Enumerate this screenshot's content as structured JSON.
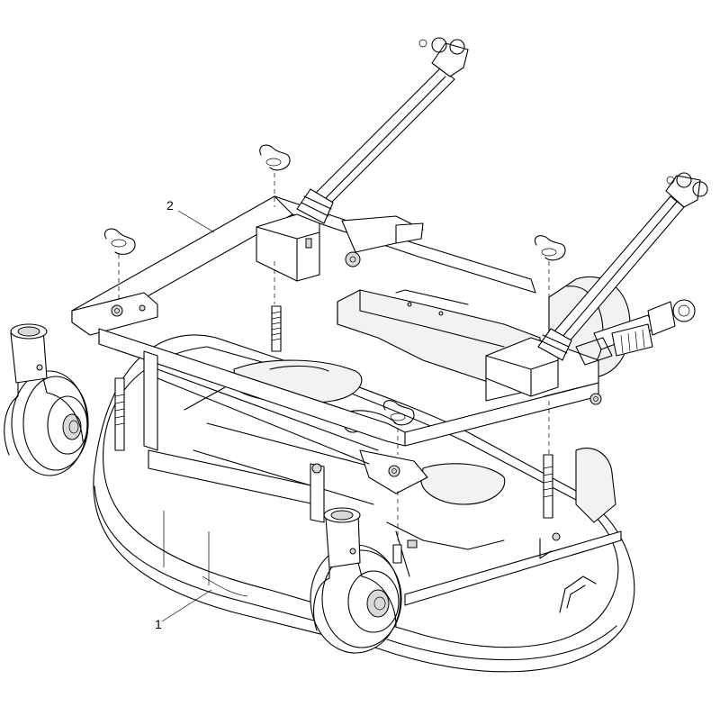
{
  "callouts": [
    {
      "number": "1",
      "part": "mower-deck"
    },
    {
      "number": "2",
      "part": "hitch-frame"
    }
  ],
  "colors": {
    "line": "#000000",
    "background": "#ffffff"
  }
}
